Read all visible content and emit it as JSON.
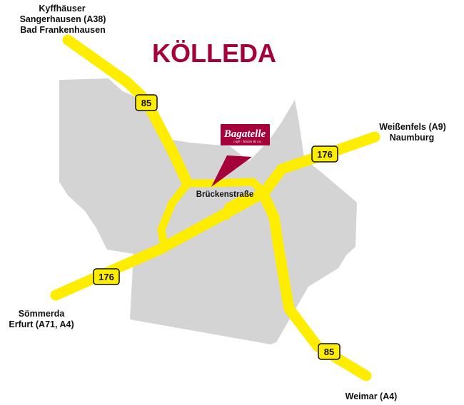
{
  "map": {
    "title": "KÖLLEDA",
    "colors": {
      "area": "#d4d4d4",
      "road": "#ffed00",
      "title": "#a5003a",
      "marker": "#a5003a",
      "shield_fill": "#ffed00",
      "shield_border": "#111111"
    },
    "destinations": {
      "northwest": [
        "Kyffhäuser",
        "Sangerhausen (A38)",
        "Bad Frankenhausen"
      ],
      "northeast": [
        "Weißenfels (A9)",
        "Naumburg"
      ],
      "southwest": [
        "Sömmerda",
        "Erfurt (A71, A4)"
      ],
      "south": [
        "Weimar (A4)"
      ]
    },
    "road_shields": {
      "b85_north": "85",
      "b176_east": "176",
      "b176_west": "176",
      "b85_south": "85"
    },
    "street_label": "Brückenstraße",
    "marker": {
      "logo_name": "Bagatelle",
      "logo_subtitle": "café · bistro & co.",
      "icon": "location-pointer-icon"
    }
  }
}
